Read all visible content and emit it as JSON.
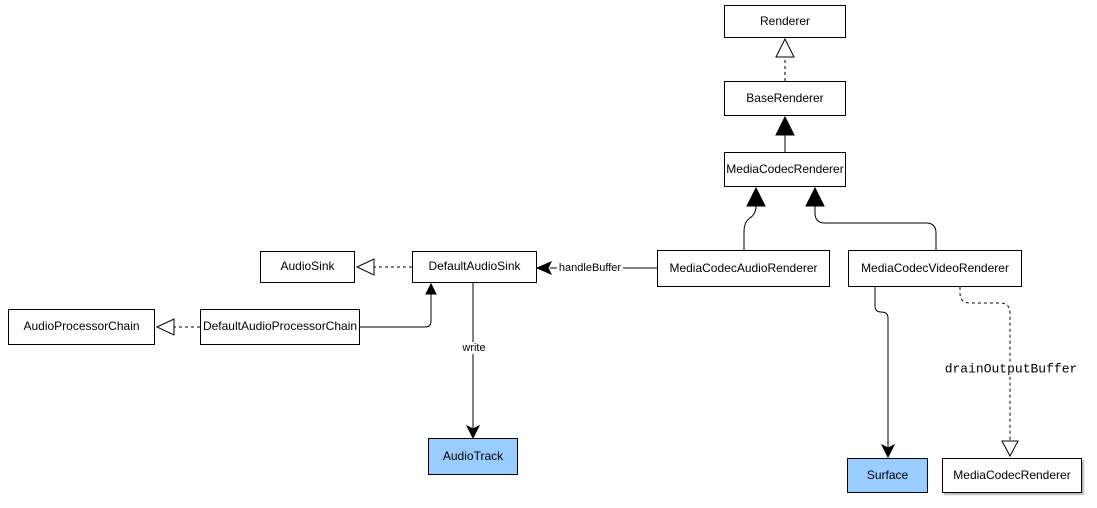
{
  "colors": {
    "background": "#ffffff",
    "node_fill": "#ffffff",
    "node_border": "#000000",
    "highlight_fill": "#99ccff",
    "edge": "#000000",
    "text": "#000000"
  },
  "nodes": {
    "renderer": {
      "label": "Renderer"
    },
    "base_renderer": {
      "label": "BaseRenderer"
    },
    "mediacodec_renderer": {
      "label": "MediaCodecRenderer"
    },
    "mediacodec_audio_renderer": {
      "label": "MediaCodecAudioRenderer"
    },
    "mediacodec_video_renderer": {
      "label": "MediaCodecVideoRenderer"
    },
    "audio_sink": {
      "label": "AudioSink"
    },
    "default_audio_sink": {
      "label": "DefaultAudioSink"
    },
    "audio_processor_chain": {
      "label": "AudioProcessorChain"
    },
    "default_audio_processor_chain": {
      "label": "DefaultAudioProcessorChain"
    },
    "audio_track": {
      "label": "AudioTrack",
      "highlighted": true
    },
    "surface": {
      "label": "Surface",
      "highlighted": true
    },
    "mediacodec_renderer_bottom": {
      "label": "MediaCodecRenderer"
    }
  },
  "edges": {
    "base_renderer_implements_renderer": {
      "from": "BaseRenderer",
      "to": "Renderer",
      "style": "dashed",
      "arrowhead": "hollow-triangle",
      "label": ""
    },
    "mediacodec_renderer_extends_base_renderer": {
      "from": "MediaCodecRenderer",
      "to": "BaseRenderer",
      "style": "solid",
      "arrowhead": "filled-triangle",
      "label": ""
    },
    "mediacodec_audio_renderer_extends_mediacodec_renderer": {
      "from": "MediaCodecAudioRenderer",
      "to": "MediaCodecRenderer",
      "style": "solid",
      "arrowhead": "filled-triangle",
      "label": ""
    },
    "mediacodec_video_renderer_extends_mediacodec_renderer": {
      "from": "MediaCodecVideoRenderer",
      "to": "MediaCodecRenderer",
      "style": "solid",
      "arrowhead": "filled-triangle",
      "label": ""
    },
    "handle_buffer": {
      "from": "MediaCodecAudioRenderer",
      "to": "DefaultAudioSink",
      "style": "solid",
      "arrowhead": "arrow",
      "label": "handleBuffer"
    },
    "default_audio_sink_implements_audio_sink": {
      "from": "DefaultAudioSink",
      "to": "AudioSink",
      "style": "dashed",
      "arrowhead": "hollow-triangle",
      "label": ""
    },
    "default_audio_processor_chain_implements_audio_processor_chain": {
      "from": "DefaultAudioProcessorChain",
      "to": "AudioProcessorChain",
      "style": "dashed",
      "arrowhead": "hollow-triangle",
      "label": ""
    },
    "default_audio_processor_chain_to_default_audio_sink": {
      "from": "DefaultAudioProcessorChain",
      "to": "DefaultAudioSink",
      "style": "solid",
      "arrowhead": "arrow",
      "label": ""
    },
    "write": {
      "from": "DefaultAudioSink",
      "to": "AudioTrack",
      "style": "solid",
      "arrowhead": "arrow",
      "label": "write"
    },
    "mediacodec_video_renderer_to_surface": {
      "from": "MediaCodecVideoRenderer",
      "to": "Surface",
      "style": "solid",
      "arrowhead": "arrow",
      "label": ""
    },
    "drain_output_buffer": {
      "from": "MediaCodecVideoRenderer",
      "to": "MediaCodecRenderer",
      "style": "dashed",
      "arrowhead": "hollow-triangle",
      "label": "drainOutputBuffer"
    }
  }
}
